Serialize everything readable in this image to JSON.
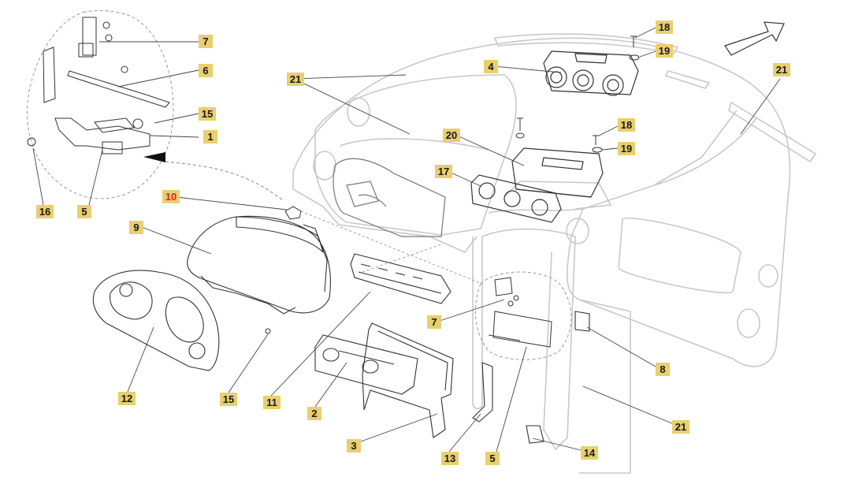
{
  "colors": {
    "label_fill": "#e8cf6f",
    "highlight_text": "#e02020",
    "outline_light": "#c8c8c8",
    "outline_dark": "#333333"
  },
  "direction_icon": "front-arrow-icon",
  "callouts": [
    {
      "id": "c7a",
      "text": "7"
    },
    {
      "id": "c6",
      "text": "6"
    },
    {
      "id": "c15a",
      "text": "15"
    },
    {
      "id": "c1",
      "text": "1"
    },
    {
      "id": "c16",
      "text": "16"
    },
    {
      "id": "c5a",
      "text": "5"
    },
    {
      "id": "c10",
      "text": "10",
      "highlighted": true
    },
    {
      "id": "c9",
      "text": "9"
    },
    {
      "id": "c12",
      "text": "12"
    },
    {
      "id": "c15b",
      "text": "15"
    },
    {
      "id": "c11",
      "text": "11"
    },
    {
      "id": "c2",
      "text": "2"
    },
    {
      "id": "c3",
      "text": "3"
    },
    {
      "id": "c13",
      "text": "13"
    },
    {
      "id": "c5b",
      "text": "5"
    },
    {
      "id": "c7b",
      "text": "7"
    },
    {
      "id": "c8",
      "text": "8"
    },
    {
      "id": "c14",
      "text": "14"
    },
    {
      "id": "c21a",
      "text": "21"
    },
    {
      "id": "c21b",
      "text": "21"
    },
    {
      "id": "c21c",
      "text": "21"
    },
    {
      "id": "c4",
      "text": "4"
    },
    {
      "id": "c18a",
      "text": "18"
    },
    {
      "id": "c19a",
      "text": "19"
    },
    {
      "id": "c20",
      "text": "20"
    },
    {
      "id": "c17",
      "text": "17"
    },
    {
      "id": "c18b",
      "text": "18"
    },
    {
      "id": "c19b",
      "text": "19"
    }
  ]
}
